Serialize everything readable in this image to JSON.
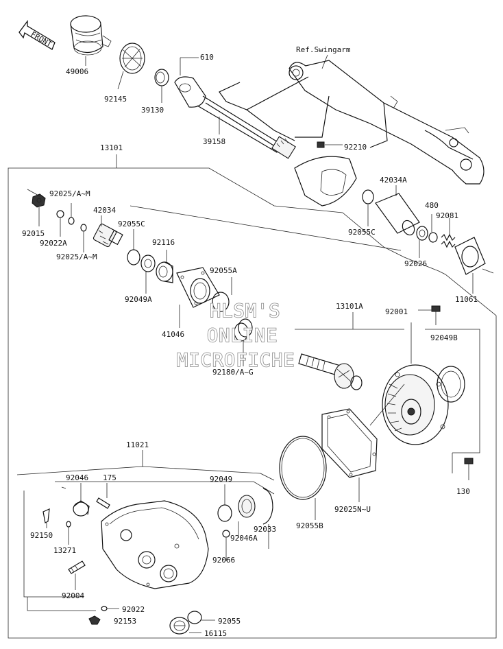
{
  "direction_tag": "FRONT",
  "reference_label": "Ref.Swingarm",
  "watermark": [
    "HLSM'S",
    "ONLINE",
    "MICROFICHE"
  ],
  "part_labels": {
    "p49006": "49006",
    "p92145": "92145",
    "p39130": "39130",
    "p610": "610",
    "p39158": "39158",
    "p92210": "92210",
    "p13101": "13101",
    "p42034A": "42034A",
    "p92025AM_top": "92025/A~M",
    "p42034": "42034",
    "p92015": "92015",
    "p92022A": "92022A",
    "p92055C_left": "92055C",
    "p92025AM_bot": "92025/A~M",
    "p92116": "92116",
    "p92049A": "92049A",
    "p92055C_right": "92055C",
    "p480": "480",
    "p92081": "92081",
    "p92026": "92026",
    "p11061": "11061",
    "p92055A": "92055A",
    "p41046": "41046",
    "p13101A": "13101A",
    "p92001": "92001",
    "p92049B": "92049B",
    "p92180AG": "92180/A~G",
    "p11021": "11021",
    "p92046": "92046",
    "p175": "175",
    "p92049": "92049",
    "p92150": "92150",
    "p13271": "13271",
    "p92046A": "92046A",
    "p92033": "92033",
    "p92055B": "92055B",
    "p92025NU": "92025N~U",
    "p130": "130",
    "p92066": "92066",
    "p92004": "92004",
    "p92022": "92022",
    "p92153": "92153",
    "p92055": "92055",
    "p16115": "16115"
  }
}
